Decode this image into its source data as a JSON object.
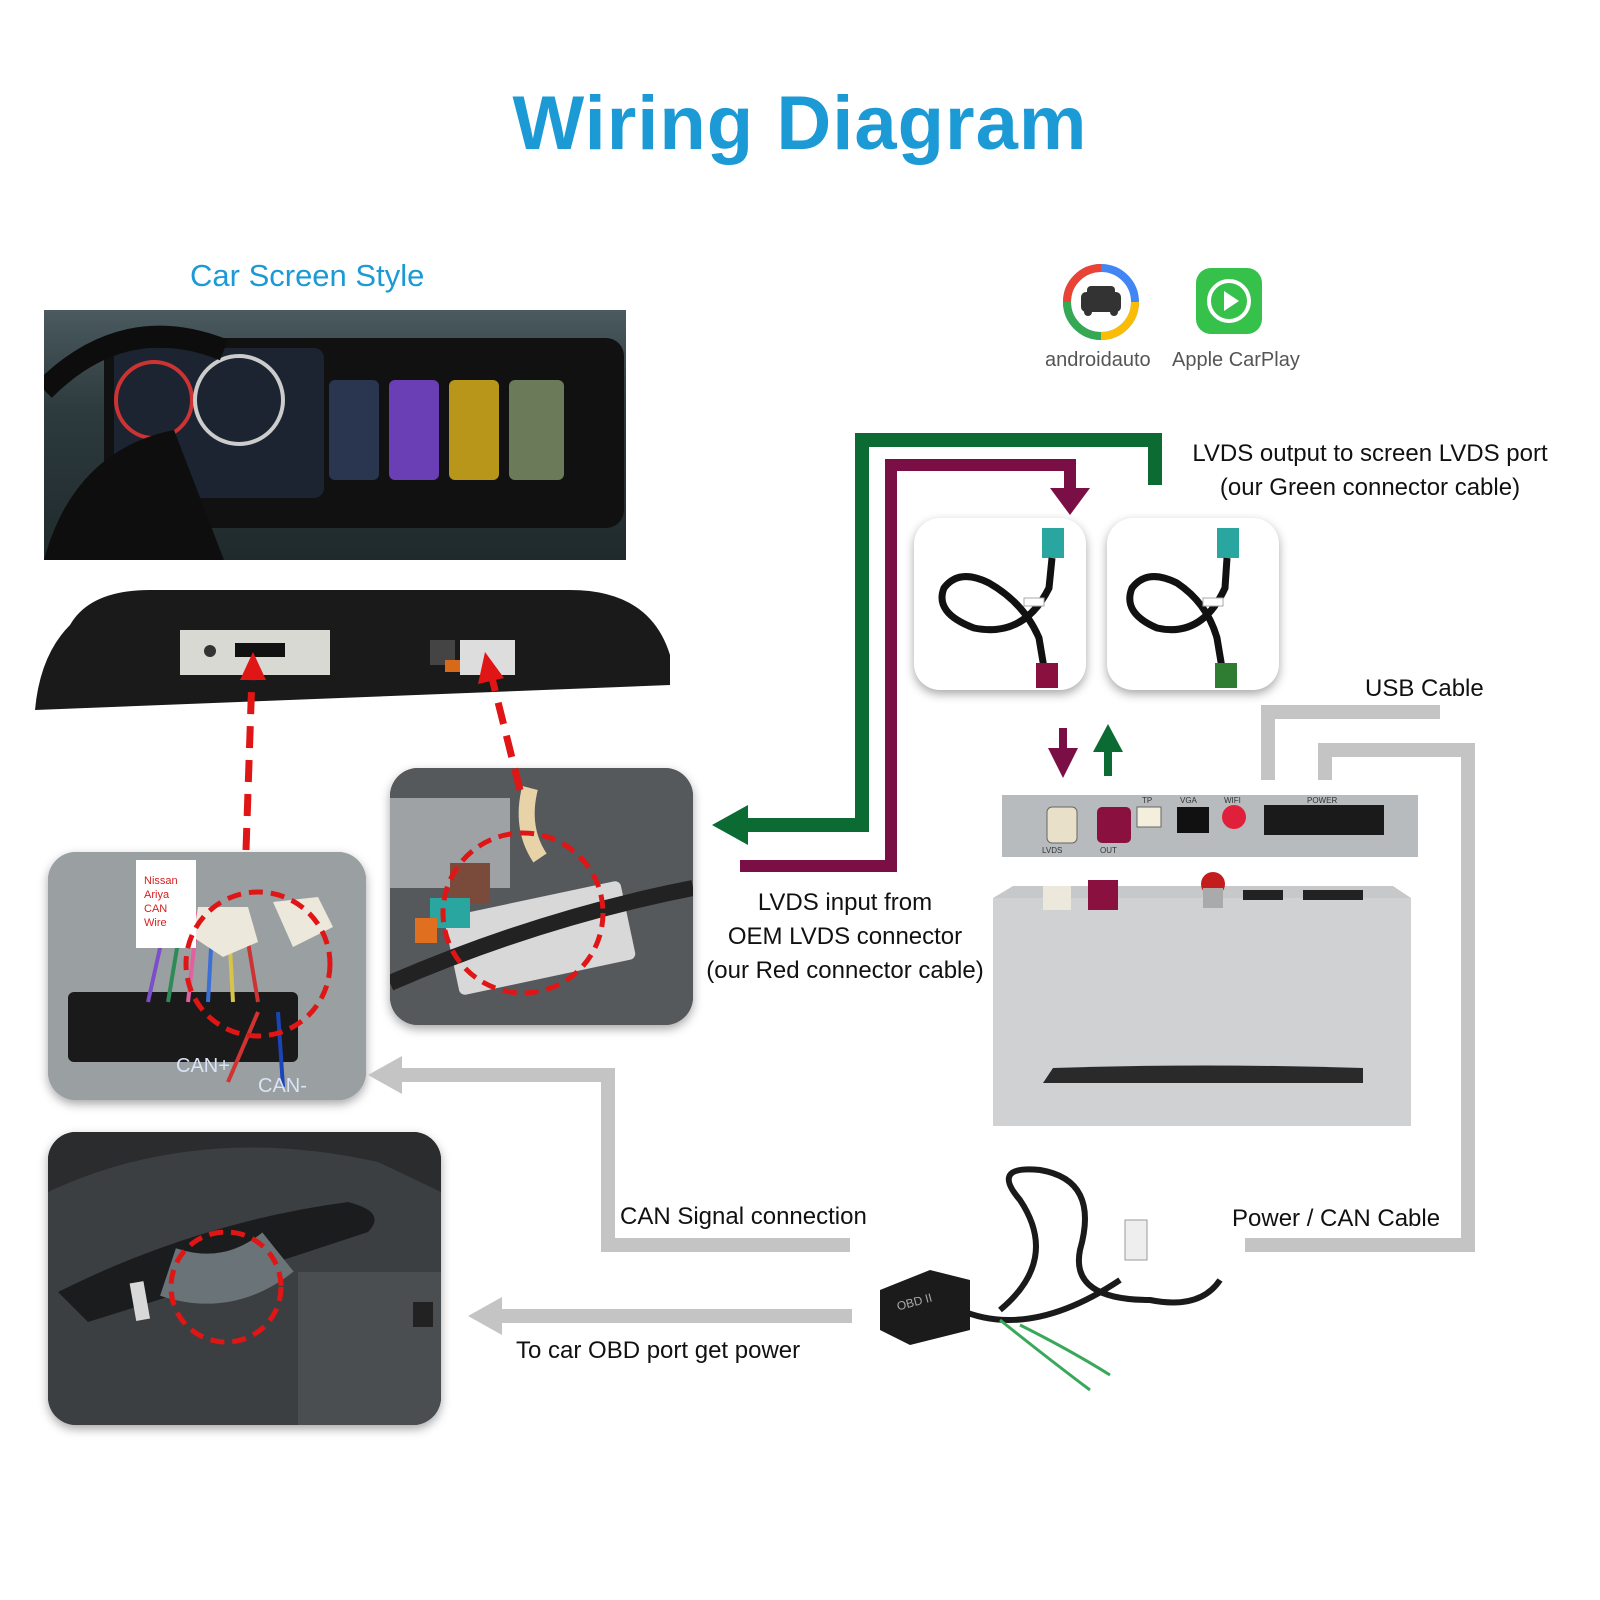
{
  "title": "Wiring Diagram",
  "subtitle": "Car Screen Style",
  "logos": {
    "android_auto": "androidauto",
    "apple_carplay": "Apple CarPlay"
  },
  "labels": {
    "lvds_output_line1": "LVDS output to screen LVDS port",
    "lvds_output_line2": "(our Green connector cable)",
    "lvds_input_line1": "LVDS input from",
    "lvds_input_line2": "OEM LVDS connector",
    "lvds_input_line3": "(our Red connector cable)",
    "usb_cable": "USB Cable",
    "power_can_cable": "Power / CAN Cable",
    "can_signal": "CAN Signal connection",
    "obd_power": "To car OBD port get power"
  },
  "photo_text": {
    "can_tag": [
      "Nissan",
      "Ariya",
      "CAN",
      "Wire"
    ],
    "can_plus": "CAN+",
    "can_minus": "CAN-",
    "obd_plug": "OBD II",
    "port_labels": [
      "LVDS",
      "OUT",
      "TP",
      "VGA",
      "WIFI",
      "POWER"
    ]
  },
  "colors": {
    "title": "#1c9ad6",
    "green_cable": "#0b6b33",
    "red_cable": "#7a0f45",
    "gray_cable": "#c4c4c4",
    "dashed_red": "#e01515"
  }
}
